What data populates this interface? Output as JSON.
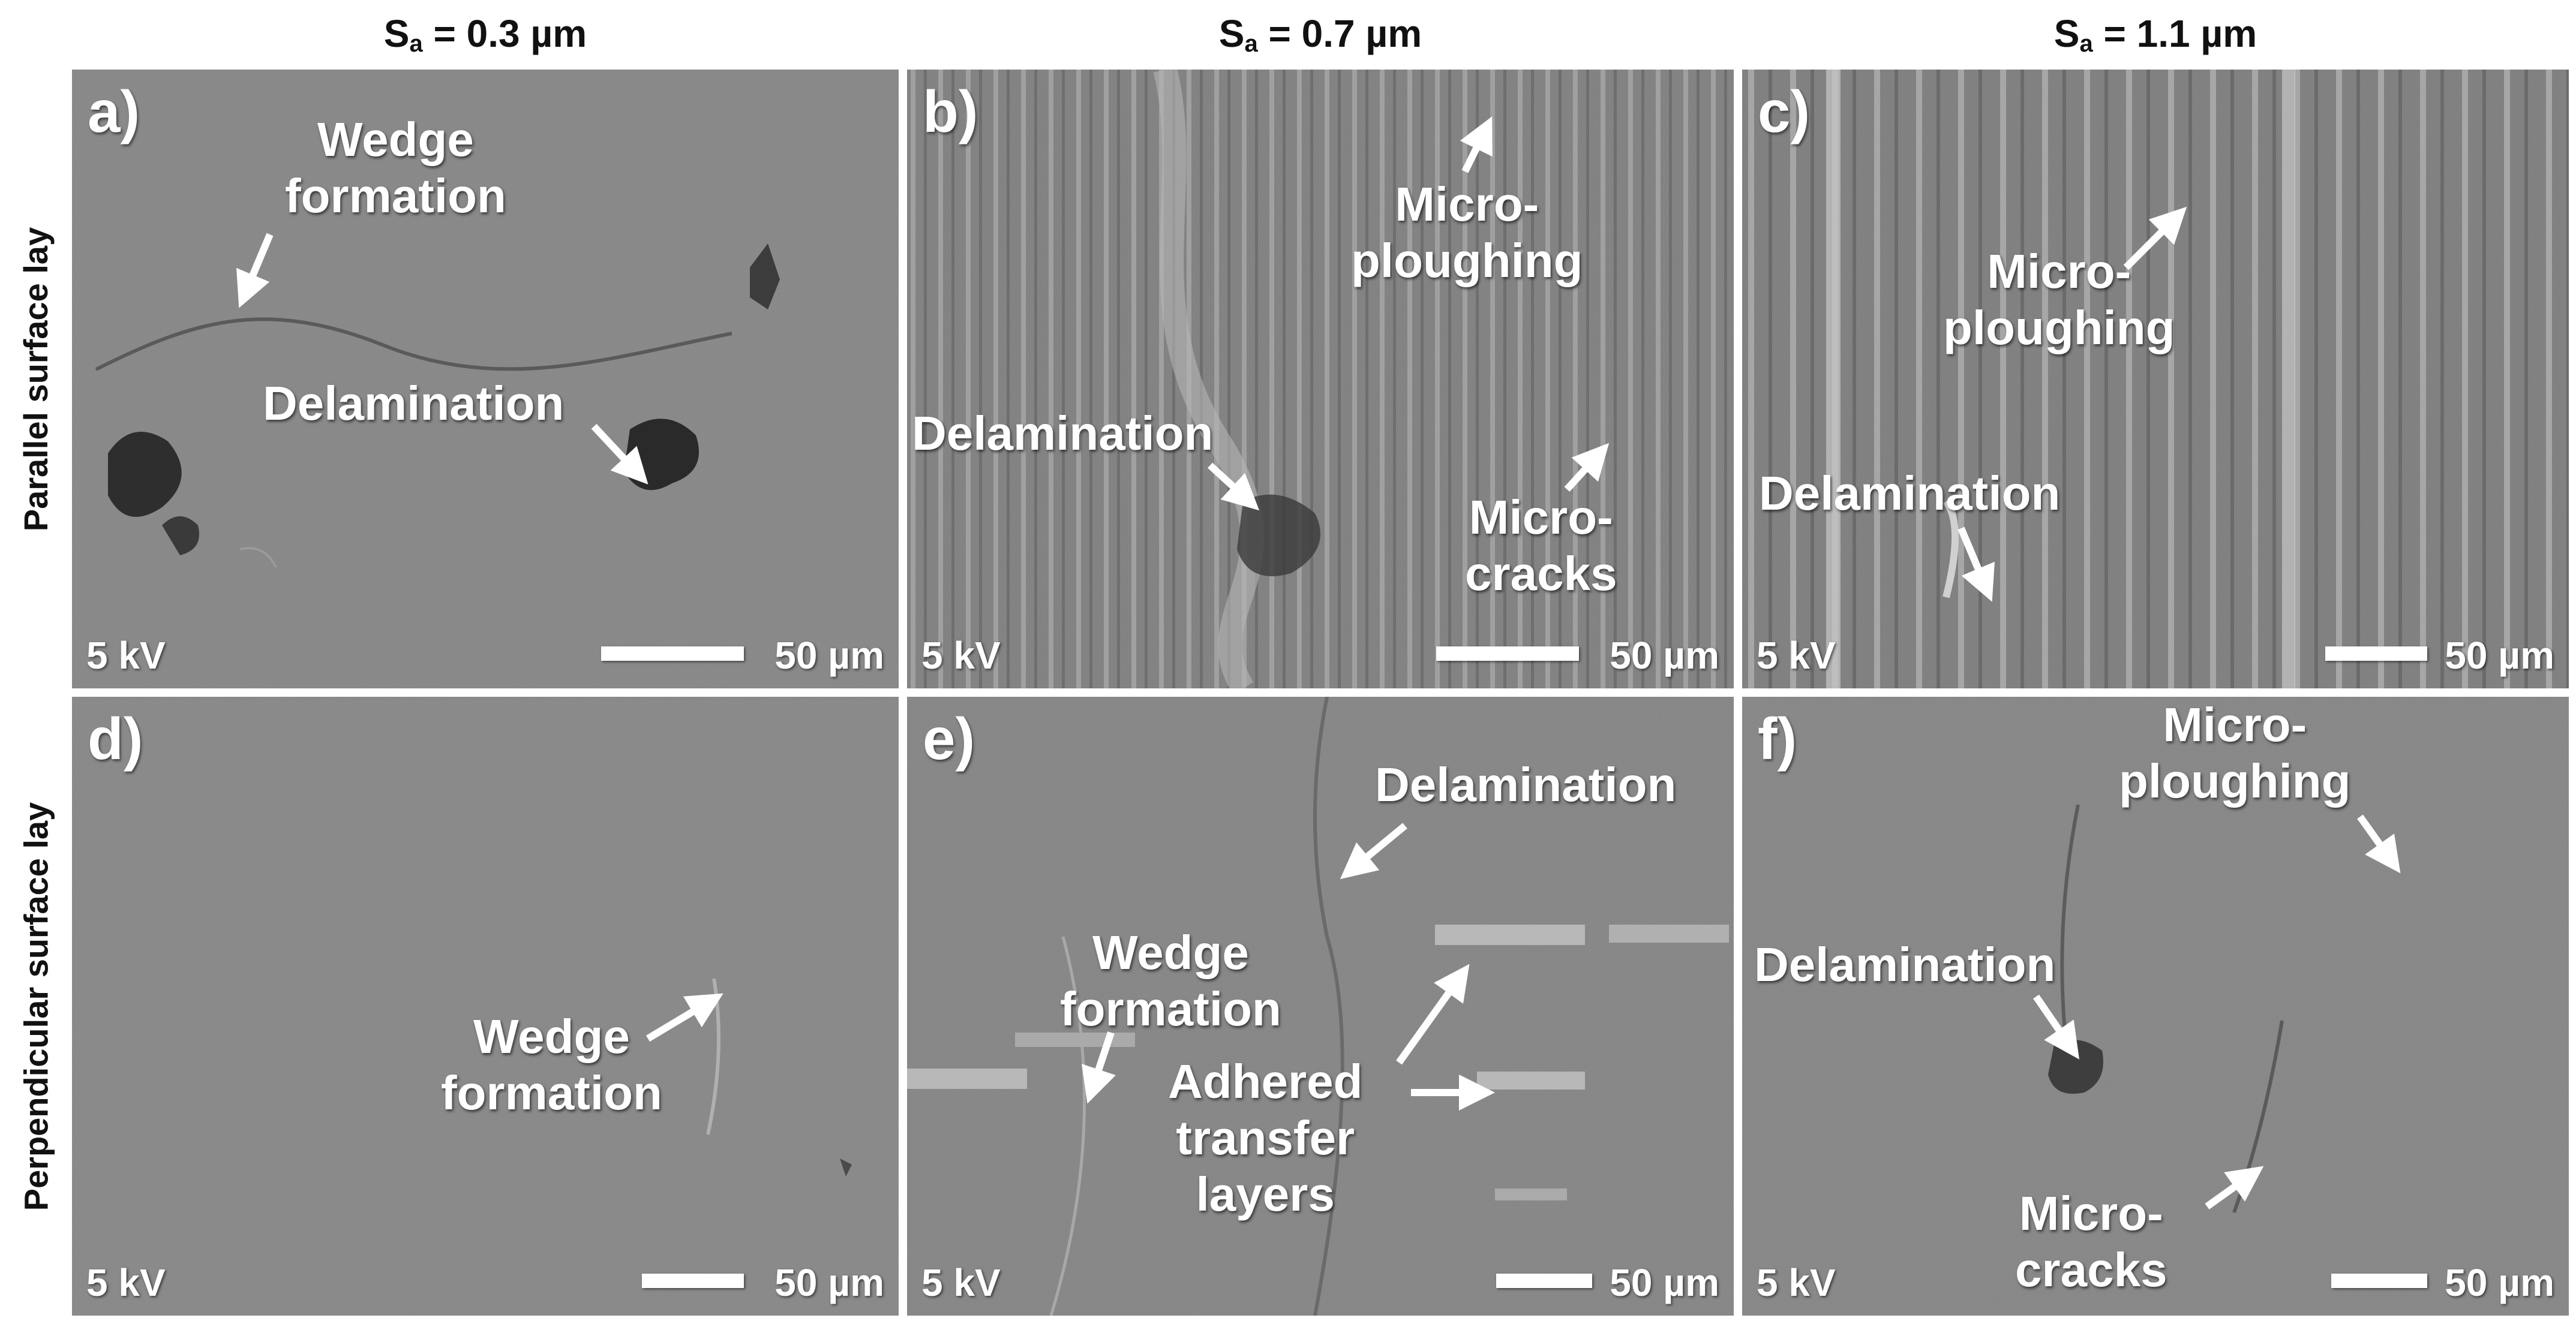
{
  "columns": [
    {
      "sym": "S",
      "sub": "a",
      "rest": " = 0.3 µm"
    },
    {
      "sym": "S",
      "sub": "a",
      "rest": " = 0.7 µm"
    },
    {
      "sym": "S",
      "sub": "a",
      "rest": " = 1.1 µm"
    }
  ],
  "rows": [
    "Parallel surface lay",
    "Perpendicular surface lay"
  ],
  "panels": [
    {
      "letter": "a)",
      "kv": "5 kV",
      "scale": "50 µm",
      "annotations": [
        {
          "text": "Wedge\nformation"
        },
        {
          "text": "Delamination"
        }
      ]
    },
    {
      "letter": "b)",
      "kv": "5 kV",
      "scale": "50 µm",
      "annotations": [
        {
          "text": "Micro-\nploughing"
        },
        {
          "text": "Delamination"
        },
        {
          "text": "Micro-\ncracks"
        }
      ]
    },
    {
      "letter": "c)",
      "kv": "5 kV",
      "scale": "50 µm",
      "annotations": [
        {
          "text": "Micro-\nploughing"
        },
        {
          "text": "Delamination"
        }
      ]
    },
    {
      "letter": "d)",
      "kv": "5 kV",
      "scale": "50 µm",
      "annotations": [
        {
          "text": "Wedge\nformation"
        }
      ]
    },
    {
      "letter": "e)",
      "kv": "5 kV",
      "scale": "50 µm",
      "annotations": [
        {
          "text": "Delamination"
        },
        {
          "text": "Wedge\nformation"
        },
        {
          "text": "Adhered\ntransfer\nlayers"
        }
      ]
    },
    {
      "letter": "f)",
      "kv": "5 kV",
      "scale": "50 µm",
      "annotations": [
        {
          "text": "Micro-\nploughing"
        },
        {
          "text": "Delamination"
        },
        {
          "text": "Micro-\ncracks"
        }
      ]
    }
  ]
}
